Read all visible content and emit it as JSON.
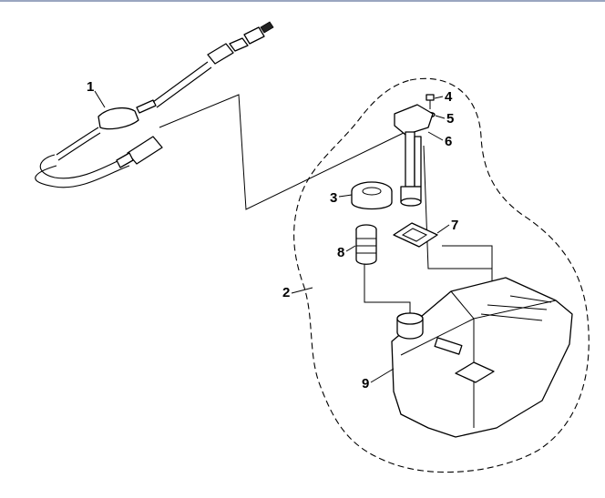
{
  "colors": {
    "top_rule": "#9aa6c0",
    "line": "#000000",
    "background": "#ffffff"
  },
  "callouts": {
    "c1": "1",
    "c2": "2",
    "c3": "3",
    "c4": "4",
    "c5": "5",
    "c6": "6",
    "c7": "7",
    "c8": "8",
    "c9": "9"
  }
}
